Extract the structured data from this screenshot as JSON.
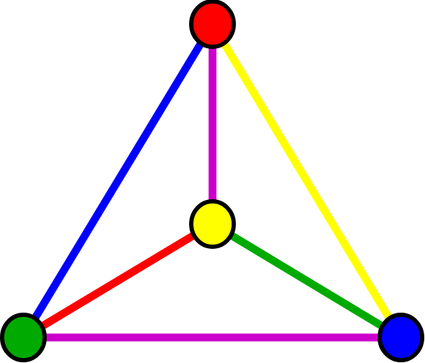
{
  "nodes": [
    {
      "id": "top",
      "color": "#ff0000"
    },
    {
      "id": "center",
      "color": "#ffff00"
    },
    {
      "id": "bottom-left",
      "color": "#00aa00"
    },
    {
      "id": "bottom-right",
      "color": "#0000ff"
    }
  ],
  "edges": [
    {
      "from": "top",
      "to": "bottom-left",
      "color": "#0000ff"
    },
    {
      "from": "top",
      "to": "center",
      "color": "#cc00cc"
    },
    {
      "from": "top",
      "to": "bottom-right",
      "color": "#ffff00"
    },
    {
      "from": "center",
      "to": "bottom-left",
      "color": "#ff0000"
    },
    {
      "from": "center",
      "to": "bottom-right",
      "color": "#00aa00"
    },
    {
      "from": "bottom-left",
      "to": "bottom-right",
      "color": "#cc00cc"
    }
  ],
  "node_stroke": "#000000"
}
